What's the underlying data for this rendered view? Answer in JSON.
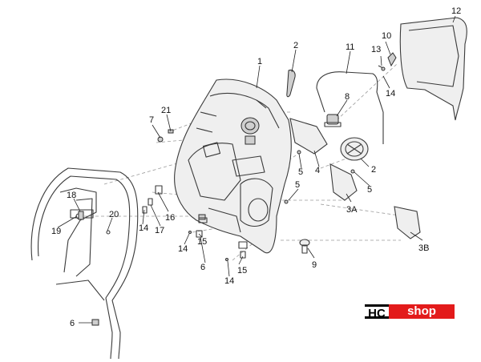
{
  "diagram": {
    "labels": {
      "l1": "1",
      "l2a": "2",
      "l2b": "2",
      "l3a": "3A",
      "l3b": "3B",
      "l4": "4",
      "l5a": "5",
      "l5b": "5",
      "l5c": "5",
      "l6a": "6",
      "l6b": "6",
      "l7": "7",
      "l8": "8",
      "l9": "9",
      "l10": "10",
      "l11": "11",
      "l12": "12",
      "l13": "13",
      "l14a": "14",
      "l14b": "14",
      "l14c": "14",
      "l14d": "14",
      "l15a": "15",
      "l15b": "15",
      "l16": "16",
      "l17": "17",
      "l18": "18",
      "l19": "19",
      "l20": "20",
      "l21": "21"
    }
  },
  "logo": {
    "hc": "HC",
    "shop": "shop",
    "colors": {
      "red": "#e31b1b",
      "black": "#000000"
    }
  }
}
